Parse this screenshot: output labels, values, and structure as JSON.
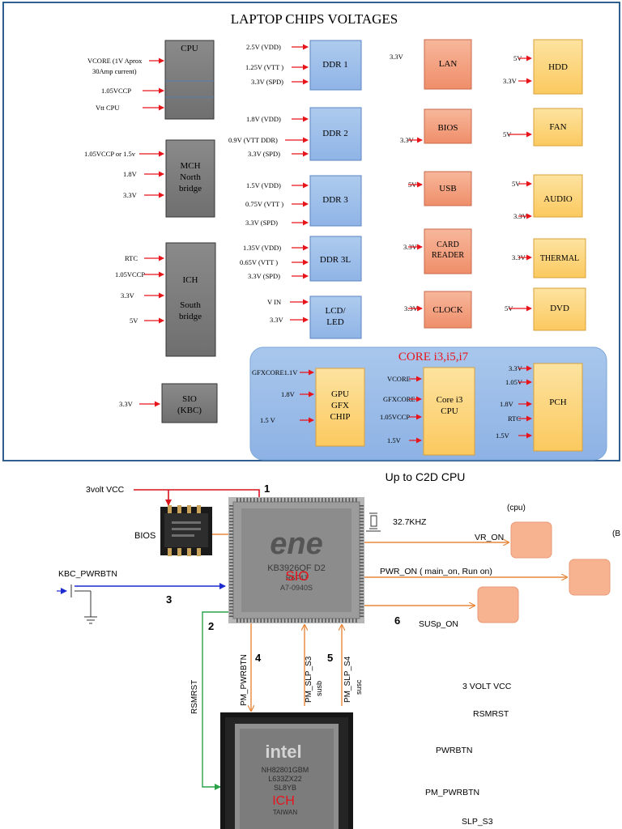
{
  "top": {
    "title": "LAPTOP  CHIPS  VOLTAGES",
    "chips": {
      "cpu": "CPU",
      "mch": [
        "MCH",
        "North",
        "bridge"
      ],
      "ich": [
        "ICH",
        "",
        "South",
        "bridge"
      ],
      "sio": [
        "SIO",
        "(KBC)"
      ],
      "ddr1": "DDR 1",
      "ddr2": "DDR 2",
      "ddr3": "DDR 3",
      "ddr3l": "DDR 3L",
      "lcd": [
        "LCD/",
        "LED"
      ],
      "lan": "LAN",
      "bios": "BIOS",
      "usb": "USB",
      "card": [
        "CARD",
        "READER"
      ],
      "clock": "CLOCK",
      "hdd": "HDD",
      "fan": "FAN",
      "audio": "AUDIO",
      "thermal": "THERMAL",
      "dvd": "DVD",
      "gpu": [
        "GPU",
        "GFX",
        "CHIP"
      ],
      "corecpu": [
        "Core i3",
        "CPU"
      ],
      "pch": "PCH"
    },
    "core_title": "CORE i3,i5,i7",
    "labels": {
      "cpu": [
        "VCORE (1V Aprox",
        "30Amp current)",
        "1.05VCCP",
        "Vtt  CPU"
      ],
      "mch": [
        "1.05VCCP or 1.5v",
        "1.8V",
        "3.3V"
      ],
      "ich": [
        "RTC",
        "1.05VCCP",
        "3.3V",
        "5V"
      ],
      "sio": [
        "3.3V"
      ],
      "ddr1": [
        "2.5V (VDD)",
        "1.25V (VTT )",
        "3.3V (SPD)"
      ],
      "ddr2": [
        "1.8V (VDD)",
        "0.9V (VTT  DDR)",
        "3.3V (SPD)"
      ],
      "ddr3": [
        "1.5V (VDD)",
        "0.75V (VTT )",
        "3.3V (SPD)"
      ],
      "ddr3l": [
        "1.35V (VDD)",
        "0.65V (VTT )",
        "3.3V (SPD)"
      ],
      "lcd": [
        "V IN",
        "3.3V"
      ],
      "lan": [
        "3.3V"
      ],
      "bios": [
        "3.3V"
      ],
      "usb": [
        "5V"
      ],
      "card": [
        "3.3V"
      ],
      "clock": [
        "3.3V"
      ],
      "hdd": [
        "5V",
        "3.3V"
      ],
      "fan": [
        "5V"
      ],
      "audio": [
        "5V",
        "3.3V"
      ],
      "thermal": [
        "3.3V"
      ],
      "dvd": [
        "5V"
      ],
      "gpu": [
        "GFXCORE1.1V",
        "1.8V",
        "1.5 V"
      ],
      "corecpu": [
        "VCORE",
        "GFXCORE",
        "1.05VCCP",
        "1.5V"
      ],
      "pch": [
        "3.3V",
        "1.05V",
        "1.8V",
        "RTC",
        "1.5V"
      ]
    }
  },
  "bottom": {
    "title": "Up to C2D CPU",
    "vcc_label": "3volt VCC",
    "bios_label": "BIOS",
    "kbc_label": "KBC_PWRBTN",
    "sio_chip_text": [
      "ene",
      "KB3926QF D2",
      "R6F4J",
      "A7-0940S"
    ],
    "sio_label": "SIO",
    "crystal": "32.7KHZ",
    "cpu_tag": "(cpu)",
    "b_tag": "(B",
    "vr_on": "VR_ON",
    "pwr_on": "PWR_ON ( main_on, Run on)",
    "susp_on": "SUSp_ON",
    "rsmrst": "RSMRST",
    "pm_pwrbtn": "PM_PWRBTN",
    "pm_slp_s3": "PM_SLP_S3",
    "susb": "susb",
    "pm_slp_s4": "PM_SLP_S4",
    "susc": "susc",
    "numbers": [
      "1",
      "2",
      "3",
      "4",
      "5",
      "6"
    ],
    "ich_chip_text": [
      "intel",
      "NH82801GBM",
      "L633ZX22",
      "SL8YB",
      "TAIWAN"
    ],
    "ich_label": "ICH",
    "sequence": [
      "3 VOLT VCC",
      "RSMRST",
      "PWRBTN",
      "PM_PWRBTN",
      "SLP_S3"
    ]
  }
}
